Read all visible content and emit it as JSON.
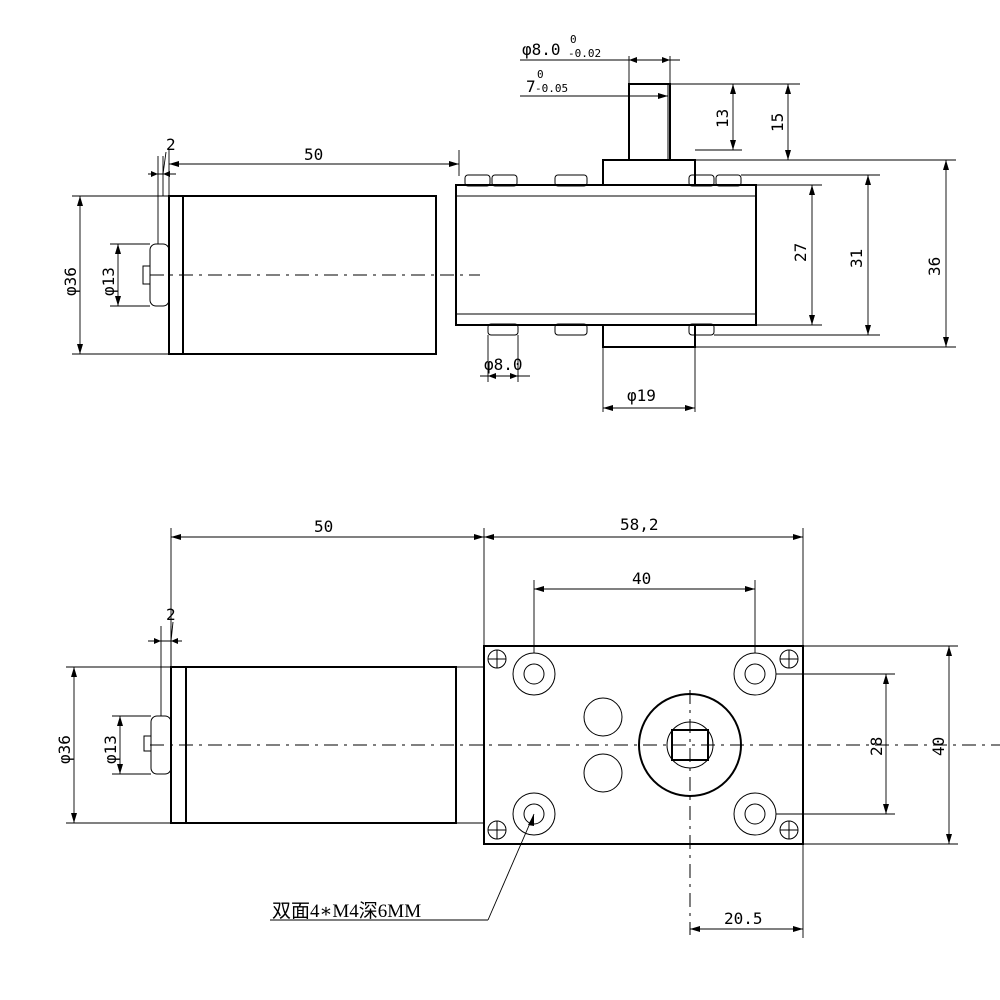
{
  "top_view": {
    "shaft_diameter": "φ8.0",
    "shaft_diameter_tol_upper": "0",
    "shaft_diameter_tol_lower": "-0.02",
    "flat_size": "7",
    "flat_size_tol_upper": "0",
    "flat_size_tol_lower": "-0.05",
    "dim_13": "13",
    "dim_15": "15",
    "dim_2": "2",
    "dim_50": "50",
    "dim_27": "27",
    "dim_31": "31",
    "dim_36_right": "36",
    "dia_36": "φ36",
    "dia_13": "φ13",
    "dia_8": "φ8.0",
    "dia_19": "φ19"
  },
  "front_view": {
    "dim_50": "50",
    "dim_58_2": "58,2",
    "dim_40_h": "40",
    "dim_2": "2",
    "dia_36": "φ36",
    "dia_13": "φ13",
    "dim_28": "28",
    "dim_40_v": "40",
    "dim_20_5": "20.5",
    "hole_note": "双面4∗M4深6MM"
  }
}
